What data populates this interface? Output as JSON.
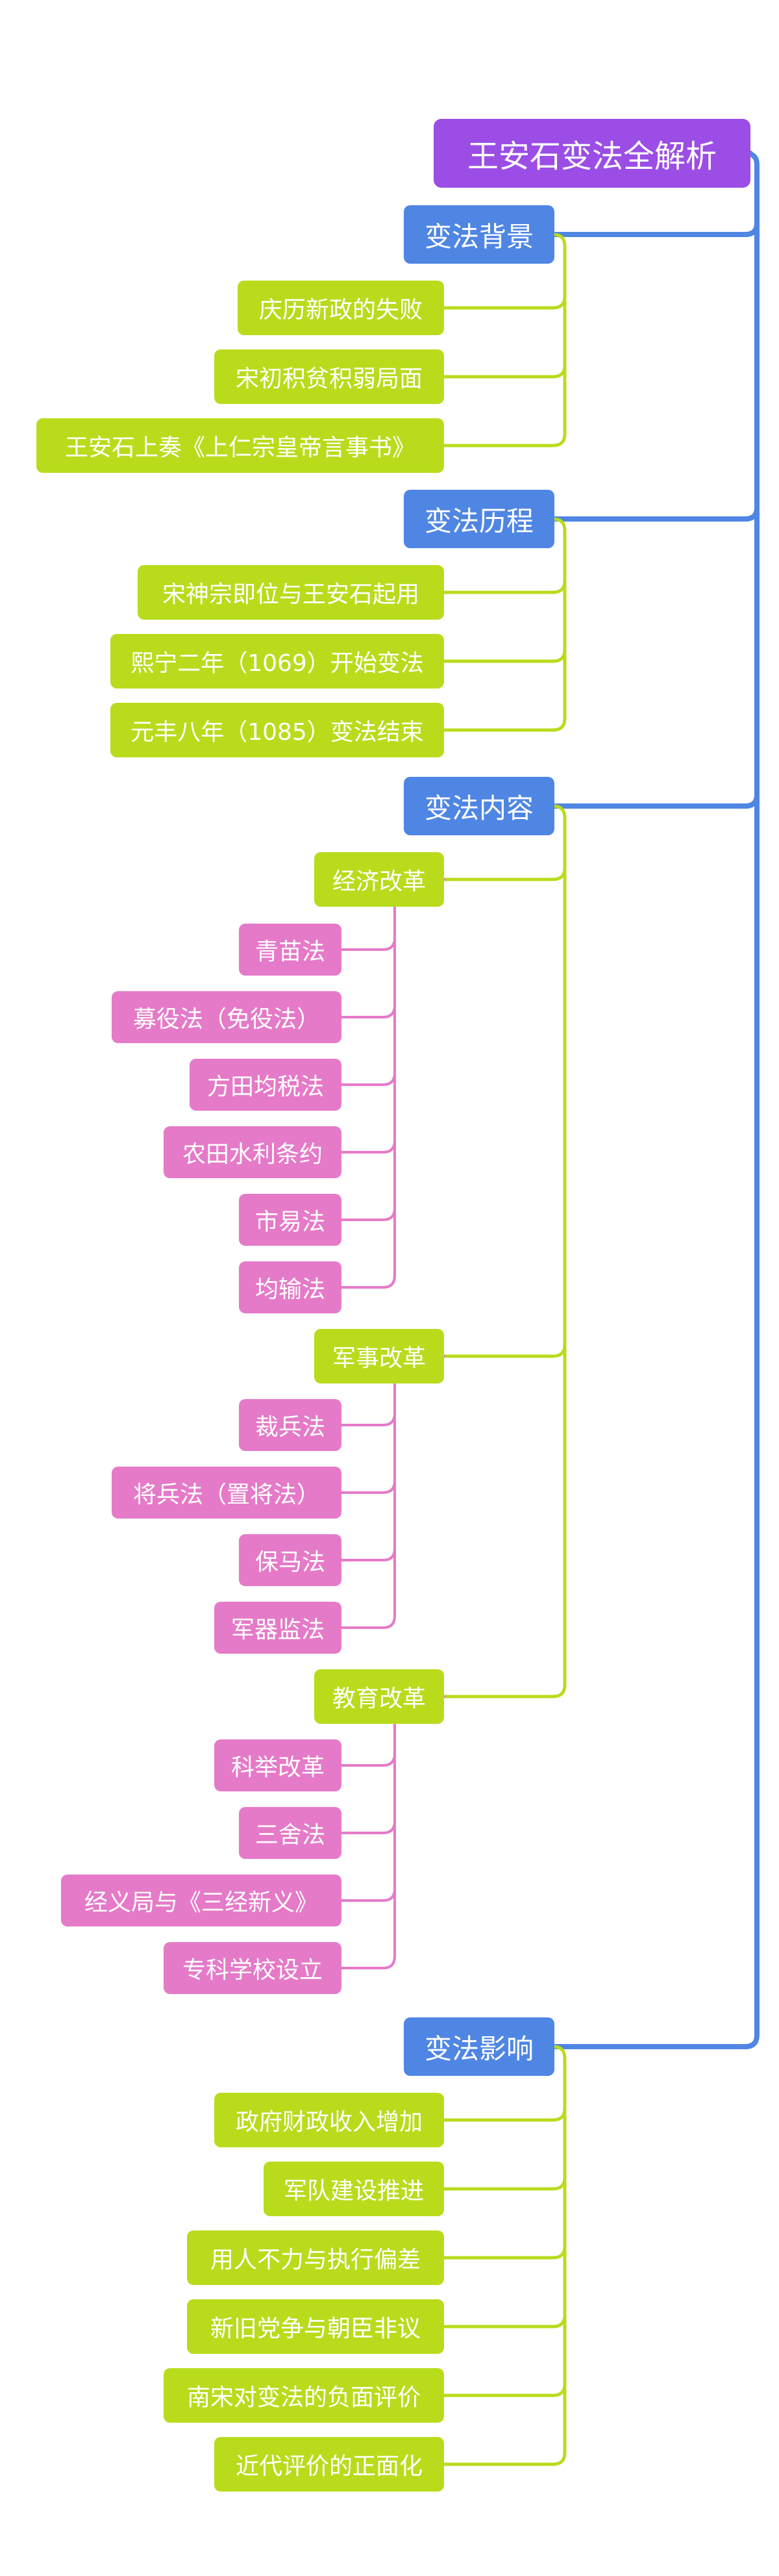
{
  "root": "王安石变法全解析",
  "background": {
    "title": "变法背景",
    "items": [
      "庆历新政的失败",
      "宋初积贫积弱局面",
      "王安石上奏《上仁宗皇帝言事书》"
    ]
  },
  "history": {
    "title": "变法历程",
    "items": [
      "宋神宗即位与王安石起用",
      "熙宁二年（1069）开始变法",
      "元丰八年（1085）变法结束"
    ]
  },
  "content": {
    "title": "变法内容",
    "economy": {
      "title": "经济改革",
      "items": [
        "青苗法",
        "募役法（免役法）",
        "方田均税法",
        "农田水利条约",
        "市易法",
        "均输法"
      ]
    },
    "military": {
      "title": "军事改革",
      "items": [
        "裁兵法",
        "将兵法（置将法）",
        "保马法",
        "军器监法"
      ]
    },
    "education": {
      "title": "教育改革",
      "items": [
        "科举改革",
        "三舍法",
        "经义局与《三经新义》",
        "专科学校设立"
      ]
    }
  },
  "impact": {
    "title": "变法影响",
    "items": [
      "政府财政收入增加",
      "军队建设推进",
      "用人不力与执行偏差",
      "新旧党争与朝臣非议",
      "南宋对变法的负面评价",
      "近代评价的正面化"
    ]
  },
  "colors": {
    "root": "#9b4de6",
    "level1": "#4f86e3",
    "level2": "#b8dc1c",
    "level3": "#e57ac8"
  }
}
